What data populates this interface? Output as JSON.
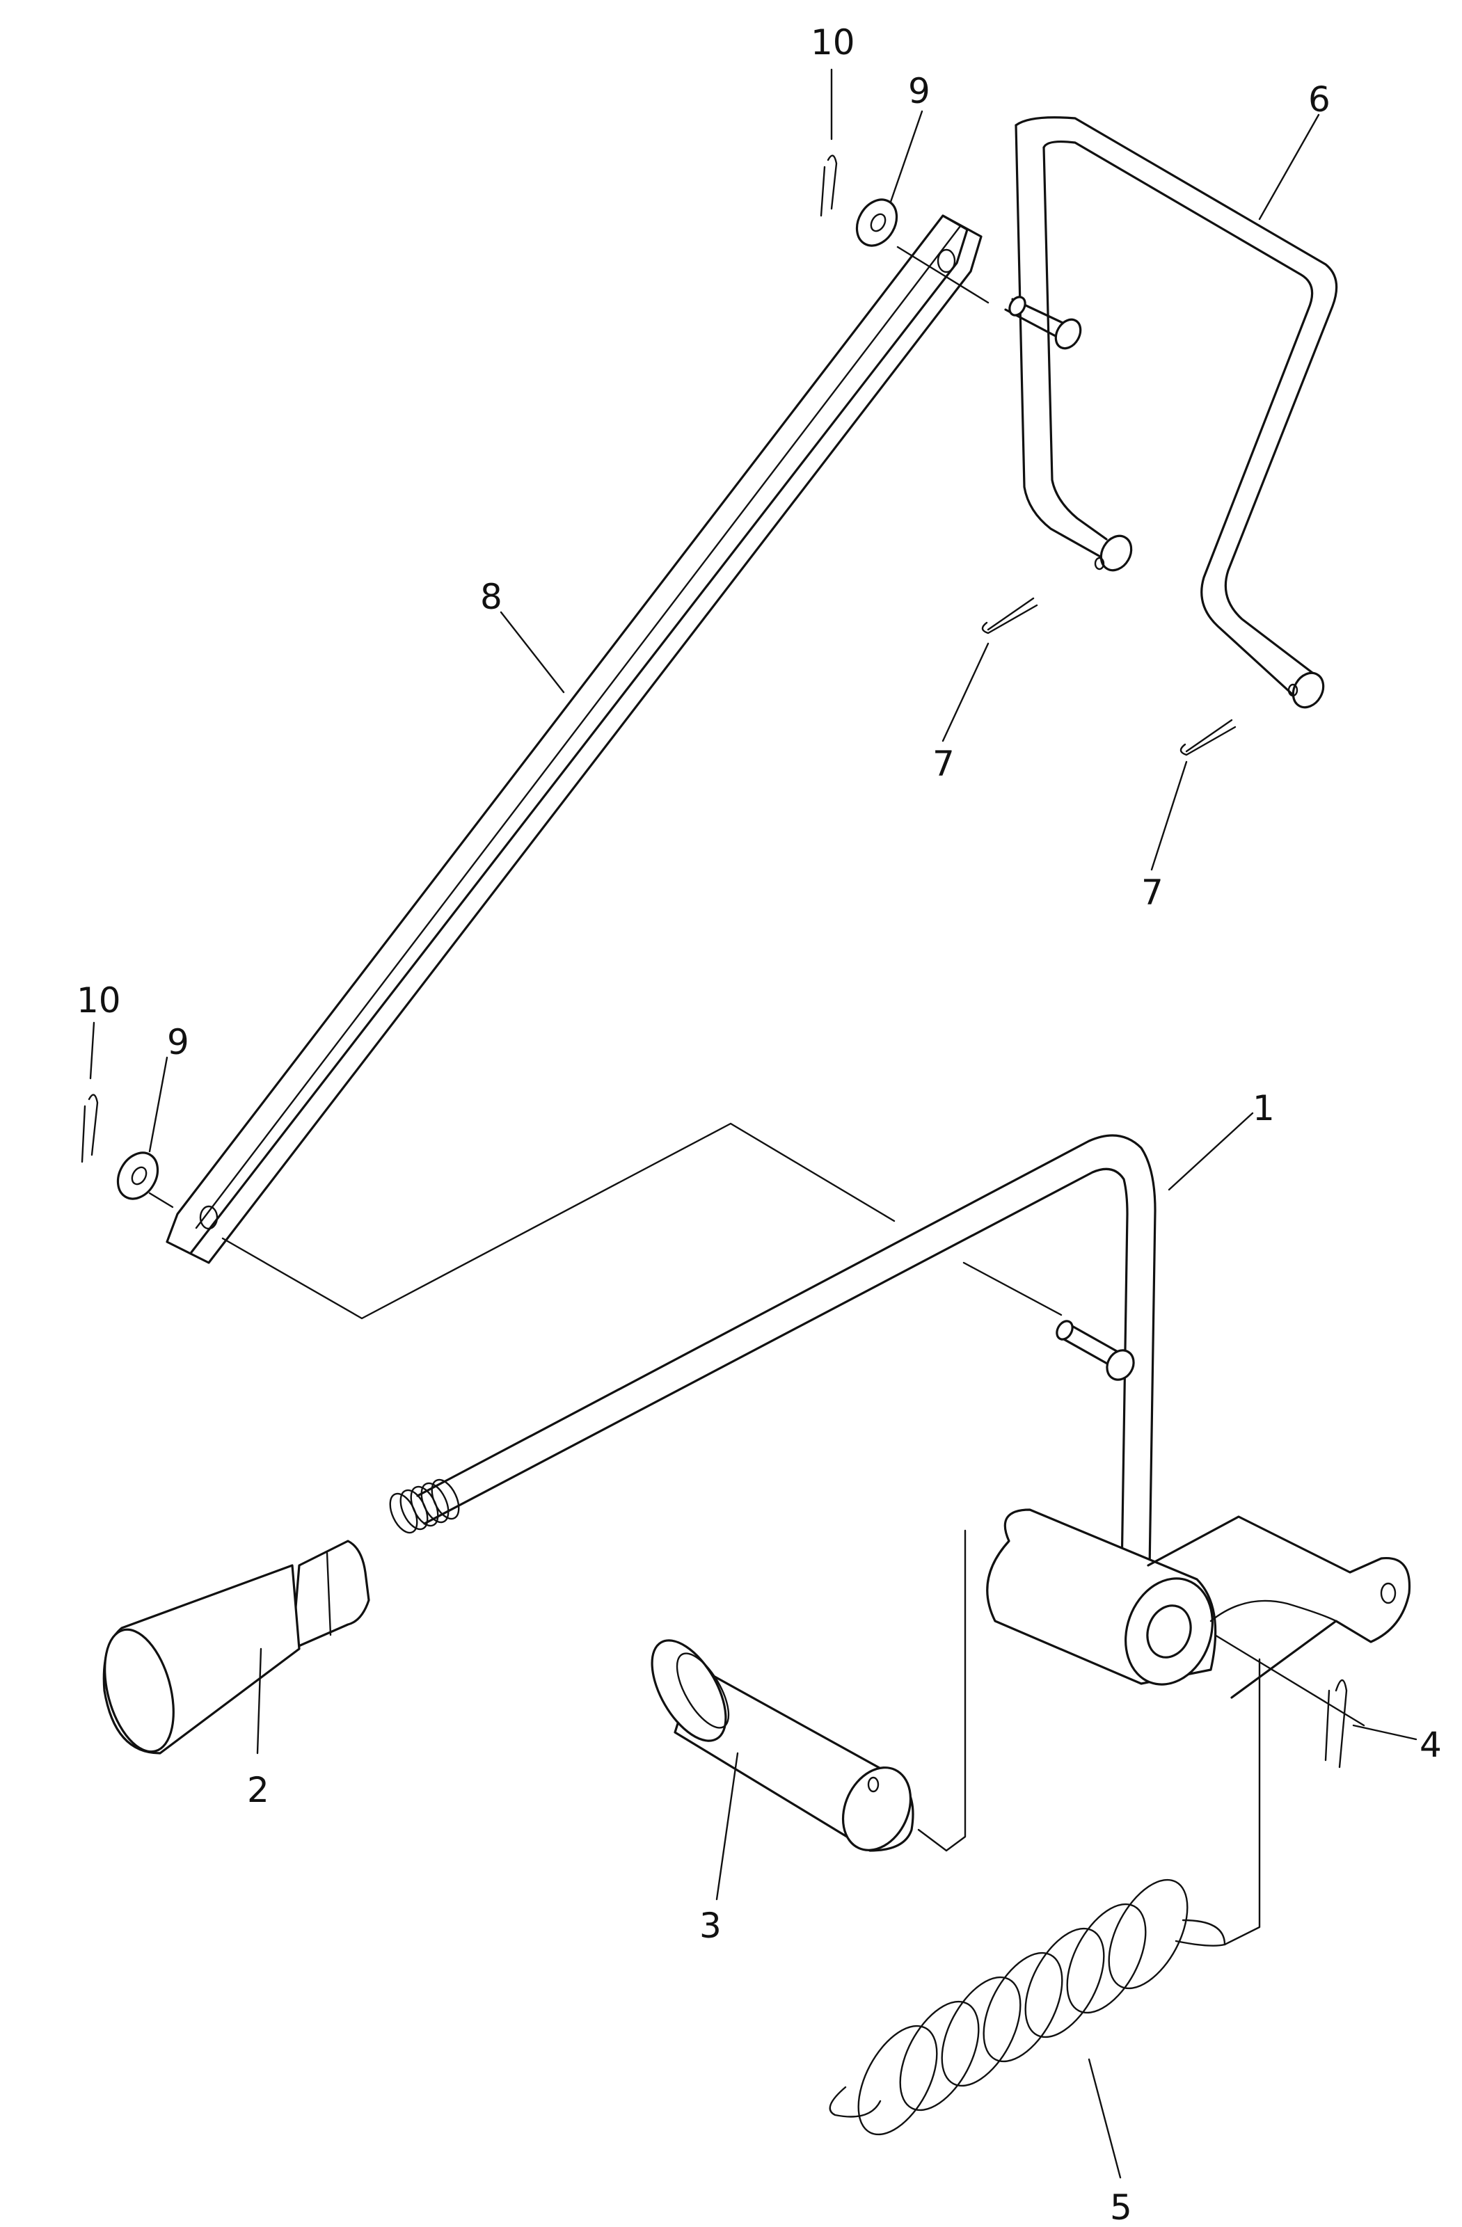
{
  "callouts": [
    {
      "id": "1",
      "label": "1"
    },
    {
      "id": "2",
      "label": "2"
    },
    {
      "id": "3",
      "label": "3"
    },
    {
      "id": "4",
      "label": "4"
    },
    {
      "id": "5",
      "label": "5"
    },
    {
      "id": "6",
      "label": "6"
    },
    {
      "id": "7a",
      "label": "7"
    },
    {
      "id": "7b",
      "label": "7"
    },
    {
      "id": "8",
      "label": "8"
    },
    {
      "id": "9a",
      "label": "9"
    },
    {
      "id": "9b",
      "label": "9"
    },
    {
      "id": "10a",
      "label": "10"
    },
    {
      "id": "10b",
      "label": "10"
    }
  ]
}
